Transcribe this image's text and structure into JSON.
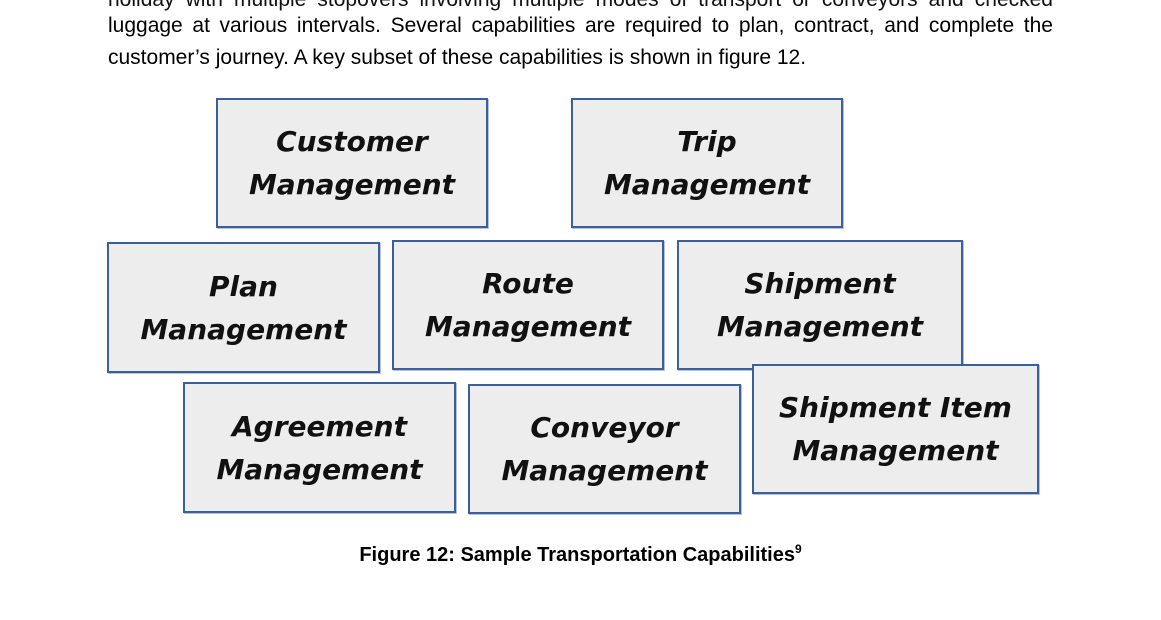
{
  "paragraph": {
    "line_cut": "holiday with multiple stopovers involving multiple modes of transport or conveyors and checked",
    "line_1": "luggage at various intervals. Several capabilities are required to plan, contract, and complete the",
    "line_2": "customer’s journey. A key subset of these capabilities is shown in figure 12."
  },
  "figure": {
    "boxes": [
      {
        "label": "Customer\nManagement"
      },
      {
        "label": "Trip\nManagement"
      },
      {
        "label": "Plan\nManagement"
      },
      {
        "label": "Route\nManagement"
      },
      {
        "label": "Shipment\nManagement"
      },
      {
        "label": "Agreement\nManagement"
      },
      {
        "label": "Conveyor\nManagement"
      },
      {
        "label": "Shipment Item\nManagement"
      }
    ],
    "box_fill": "#ededed",
    "box_border": "#3b5f9a"
  },
  "caption": {
    "text": "Figure 12: Sample Transportation Capabilities",
    "footnote": "9"
  }
}
